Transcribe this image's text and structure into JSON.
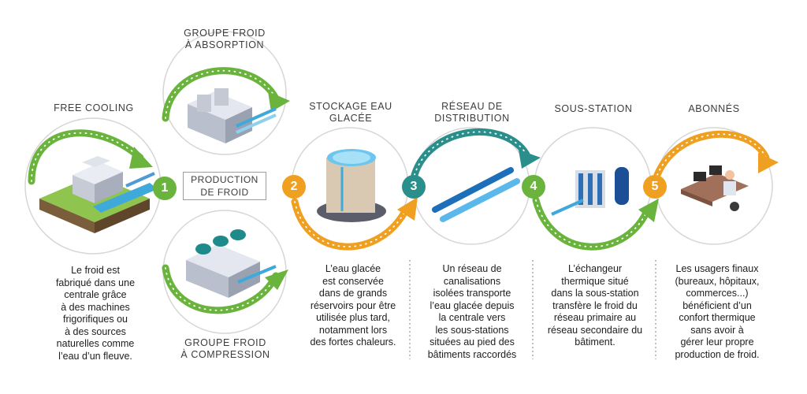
{
  "colors": {
    "green": "#6ab43e",
    "orange": "#f0a020",
    "teal": "#2a8e8a",
    "circle_stroke": "#d0d0d0",
    "dots": "#ffffff"
  },
  "labels": {
    "free_cooling": "FREE COOLING",
    "absorption_line1": "GROUPE FROID",
    "absorption_line2": "À ABSORPTION",
    "compression_line1": "GROUPE FROID",
    "compression_line2": "À COMPRESSION",
    "production_line1": "PRODUCTION",
    "production_line2": "DE FROID",
    "stockage_line1": "STOCKAGE EAU",
    "stockage_line2": "GLACÉE",
    "reseau_line1": "RÉSEAU DE",
    "reseau_line2": "DISTRIBUTION",
    "sous_station": "SOUS-STATION",
    "abonnes": "ABONNÉS"
  },
  "badges": [
    "1",
    "2",
    "3",
    "4",
    "5"
  ],
  "descriptions": {
    "step1": "Le froid est\nfabriqué dans une\ncentrale grâce\nà des machines\nfrigorifiques ou\nà des sources\nnaturelles comme\nl’eau d’un fleuve.",
    "step2": "L’eau glacée\nest conservée\ndans de grands\nréservoirs pour être\nutilisée plus tard,\nnotamment lors\ndes fortes chaleurs.",
    "step3": "Un réseau de\ncanalisations\nisolées transporte\nl’eau glacée depuis\nla centrale vers\nles sous-stations\nsituées au pied des\nbâtiments raccordés",
    "step4": "L’échangeur\nthermique situé\ndans la sous-station\ntransfère le froid du\nréseau primaire au\nréseau secondaire du\nbâtiment.",
    "step5": "Les usagers finaux\n(bureaux, hôpitaux,\ncommerces...)\nbénéficient d’un\nconfort thermique\nsans avoir à\ngérer leur propre\nproduction de froid."
  }
}
